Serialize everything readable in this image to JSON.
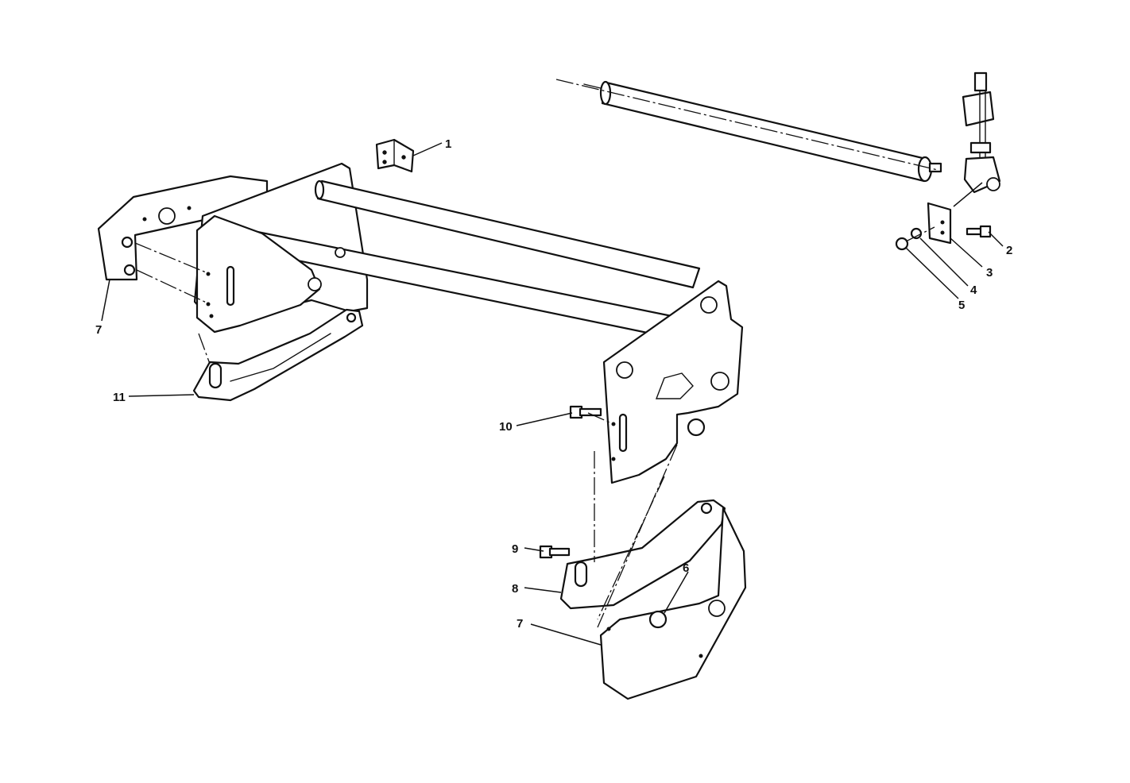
{
  "callouts": [
    {
      "id": "c1",
      "label": "1"
    },
    {
      "id": "c2",
      "label": "2"
    },
    {
      "id": "c3",
      "label": "3"
    },
    {
      "id": "c4",
      "label": "4"
    },
    {
      "id": "c5",
      "label": "5"
    },
    {
      "id": "c6",
      "label": "6"
    },
    {
      "id": "c7a",
      "label": "7"
    },
    {
      "id": "c7b",
      "label": "7"
    },
    {
      "id": "c8",
      "label": "8"
    },
    {
      "id": "c9",
      "label": "9"
    },
    {
      "id": "c10",
      "label": "10"
    },
    {
      "id": "c11",
      "label": "11"
    }
  ]
}
